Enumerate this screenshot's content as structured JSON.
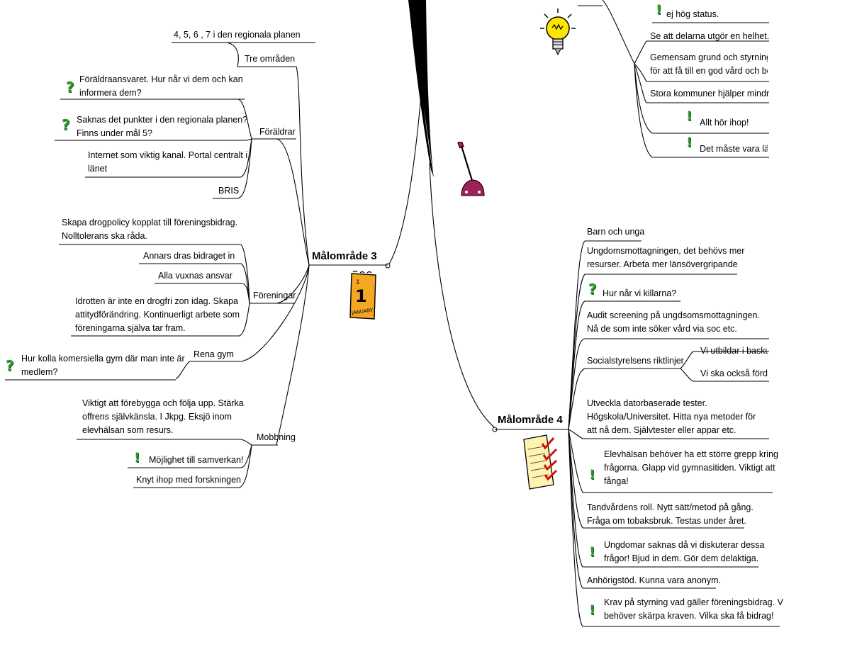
{
  "left": {
    "central": "Målområde 3",
    "tre_omraden": {
      "label": "Tre områden",
      "children": [
        "4, 5, 6 , 7 i den regionala planen"
      ]
    },
    "foraldrar": {
      "label": "Föräldrar",
      "children": [
        "Föräldraansvaret. Hur når vi dem och kan\ninformera dem?",
        "Saknas det punkter i den regionala planen?\nFinns under mål 5?",
        "Internet som viktig kanal. Portal centralt i\nlänet",
        "BRIS"
      ]
    },
    "foreningar": {
      "label": "Föreningar",
      "children": [
        "Skapa drogpolicy kopplat till föreningsbidrag.\nNolltolerans ska råda.",
        "Annars dras bidraget in",
        "Alla vuxnas ansvar",
        "Idrotten är inte en drogfri zon idag. Skapa\nattitydförändring. Kontinuerligt arbete som\nföreningarna själva tar fram."
      ]
    },
    "rena_gym": {
      "label": "Rena gym",
      "children": [
        "Hur kolla komersiella gym där man inte är\nmedlem?"
      ]
    },
    "mobbning": {
      "label": "Mobbning",
      "children": [
        "Viktigt att förebygga och följa upp. Stärka\noffrens självkänsla. I Jkpg. Eksjö inom\nelevhälsan som resurs.",
        "Möjlighet till samverkan!",
        "Knyt ihop med forskningen"
      ]
    }
  },
  "top_right": {
    "items": [
      "ej hög status.",
      "Se att delarna utgör en helhet.",
      "Gemensam grund och styrning n\nför att få till en god vård och beh",
      "Stora kommuner hjälper mindre.",
      "Allt hör ihop!",
      "Det måste vara lätt"
    ]
  },
  "right": {
    "central": "Målområde 4",
    "items": [
      "Barn och unga",
      "Ungdomsmottagningen, det behövs mer\nresurser. Arbeta mer länsövergripande",
      "Hur når vi killarna?",
      "Audit screening på ungdsomsmottagningen.\nNå de som inte söker vård via soc etc.",
      "Socialstyrelsens riktlinjer",
      "Utveckla datorbaserade tester.\nHögskola/Universitet. Hitta nya metoder för\natt nå dem. Självtester eller appar etc.",
      "Elevhälsan behöver ha ett större grepp kring\nfrågorna. Glapp vid gymnasitiden. Viktigt att\nfånga!",
      "Tandvårdens roll. Nytt sätt/metod på gång.\nFråga om tobaksbruk. Testas under året.",
      "Ungdomar saknas då vi diskuterar dessa\nfrågor! Bjud in dem. Gör dem delaktiga.",
      "Anhörigstöd. Kunna vara anonym.",
      "Krav på styrning vad gäller föreningsbidrag. Vi\nbehöver skärpa kraven. Vilka ska få bidrag!"
    ],
    "riktlinjer_children": [
      "Vi utbildar i baskur",
      "Vi ska också fördju"
    ]
  },
  "icons": {
    "question": "question-mark-icon",
    "exclamation": "exclamation-mark-icon",
    "lightbulb": "lightbulb-icon",
    "calendar": "calendar-day-icon",
    "checklist": "checklist-icon",
    "plunger": "plunger-icon",
    "question_glyph": "?",
    "exclamation_glyph": "!",
    "calendar_number": "1",
    "calendar_caption": "JANUARY"
  },
  "colors": {
    "icon_green": "#2f9a2f",
    "calendar_orange": "#f5a623",
    "lightbulb_yellow": "#ffe600",
    "plunger_red": "#c0183c",
    "plunger_base": "#a0205a"
  }
}
